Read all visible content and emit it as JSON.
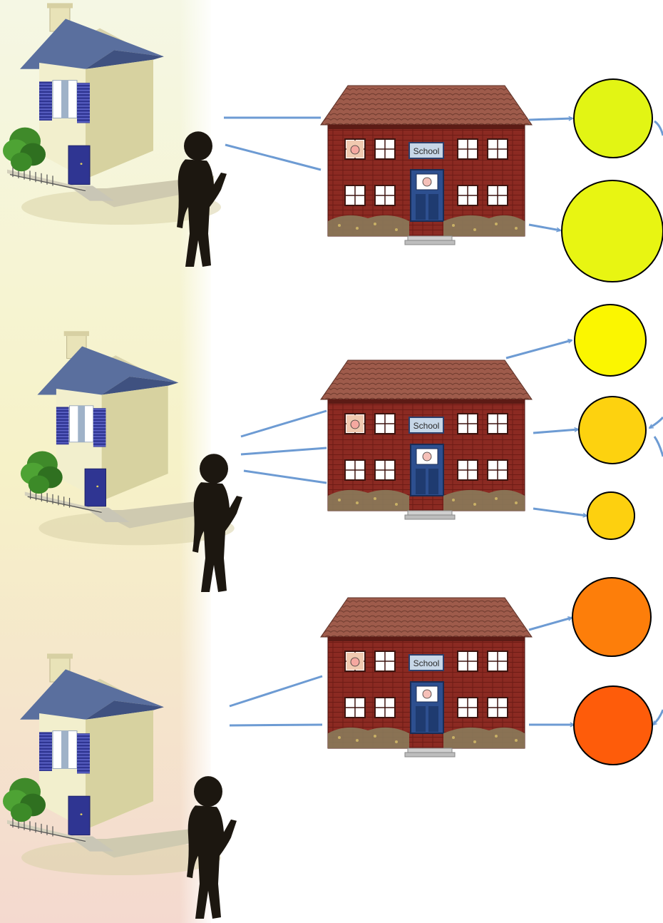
{
  "schools": [
    {
      "sign": "School"
    },
    {
      "sign": "School"
    },
    {
      "sign": "School"
    }
  ],
  "outcomes": [
    {
      "color": "#e2f514"
    },
    {
      "color": "#e8f512"
    },
    {
      "color": "#fbf600"
    },
    {
      "color": "#fdd20f"
    },
    {
      "color": "#fdd00f"
    },
    {
      "color": "#fd7e0a"
    },
    {
      "color": "#fe5c0a"
    }
  ],
  "colors": {
    "arrow": "#6d9bd3",
    "brick": "#8b2a22",
    "roof": "#9e5b4b",
    "house_wall": "#f2efcd",
    "house_roof": "#5a6f9e",
    "shutter": "#2f3592",
    "silhouette": "#1c1710",
    "column_top": "#f5f7e4",
    "column_mid": "#f6f2c8",
    "column_bottom": "#f4d9cf"
  }
}
